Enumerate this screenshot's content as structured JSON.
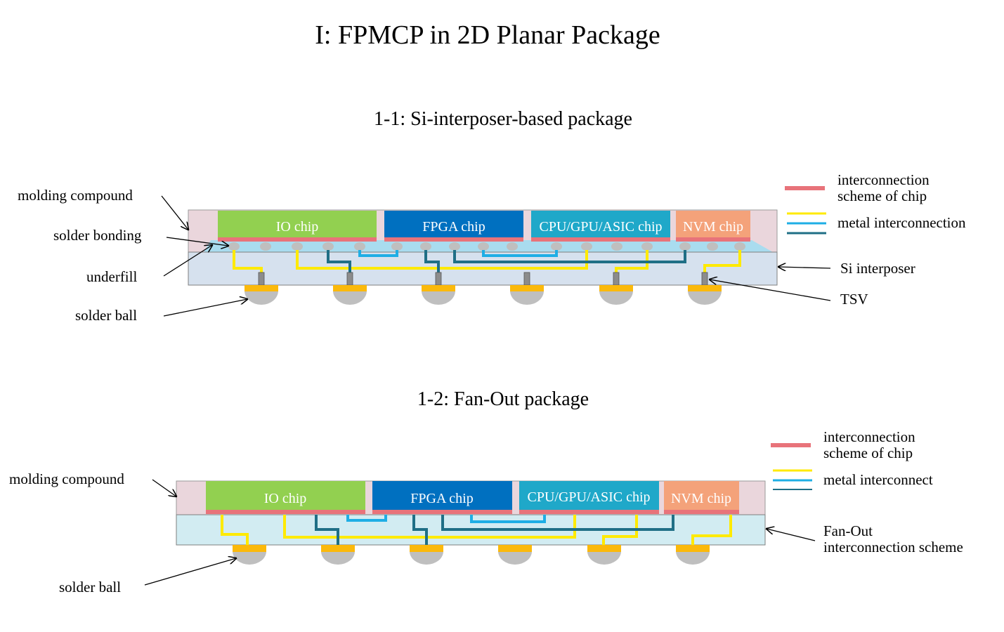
{
  "title": "I: FPMCP in 2D Planar Package",
  "colors": {
    "interconnection_scheme": "#e8737a",
    "metal_yellow": "#ffea00",
    "metal_light_blue": "#1eaee5",
    "metal_dark": "#1f6f86",
    "io_chip": "#92d050",
    "fpga_chip": "#0070c0",
    "cpu_chip": "#1fa8c9",
    "nvm_chip": "#f4a27a",
    "molding": "#ead6dc",
    "si_interposer": "#d6e1ee",
    "fanout_layer": "#d2ecf2",
    "underfill": "#a9dcef",
    "solder_pad": "#fbb90b",
    "solder_ball": "#bfbfbf"
  },
  "package1": {
    "subtitle": "1-1: Si-interposer-based package",
    "chips": [
      "IO chip",
      "FPGA chip",
      "CPU/GPU/ASIC chip",
      "NVM chip"
    ],
    "left_labels": {
      "molding": "molding compound",
      "solder_bonding": "solder bonding",
      "underfill": "underfill",
      "solder_ball": "solder ball"
    },
    "right_labels": {
      "si_interposer": "Si interposer",
      "tsv": "TSV"
    },
    "legend": {
      "scheme_line1": "interconnection",
      "scheme_line2": "scheme of chip",
      "metal": "metal interconnection"
    }
  },
  "package2": {
    "subtitle": "1-2: Fan-Out package",
    "chips": [
      "IO chip",
      "FPGA chip",
      "CPU/GPU/ASIC chip",
      "NVM chip"
    ],
    "left_labels": {
      "molding": "molding compound",
      "solder_ball": "solder ball"
    },
    "right_labels": {
      "fanout_line1": "Fan-Out",
      "fanout_line2": "interconnection scheme"
    },
    "legend": {
      "scheme_line1": "interconnection",
      "scheme_line2": "scheme of chip",
      "metal": "metal interconnect"
    }
  }
}
